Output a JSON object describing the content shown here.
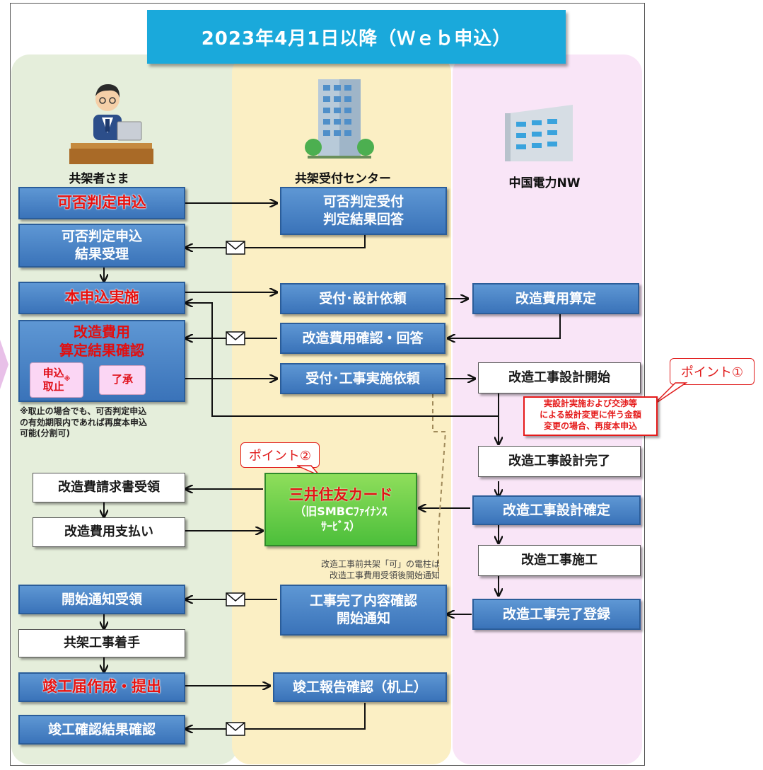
{
  "title": "2023年4月1日以降（Ｗｅｂ申込）",
  "lanes": {
    "left": "共架者さま",
    "mid": "共架受付センター",
    "right": "中国電力NW"
  },
  "left": {
    "apply": "可否判定申込",
    "receipt": "可否判定申込\n結果受理",
    "main_apply": "本申込実施",
    "cost_confirm": "改造費用\n算定結果確認",
    "cancel": "申込\n取止",
    "cancel_mark": "※",
    "accept": "了承",
    "note": "※取止の場合でも、可否判定申込\nの有効期限内であれば再度本申込\n可能(分割可)",
    "invoice": "改造費請求書受領",
    "payment": "改造費用支払い",
    "start_notice": "開始通知受領",
    "work_start": "共架工事着手",
    "completion_submit": "竣工届作成・提出",
    "completion_check": "竣工確認結果確認"
  },
  "mid": {
    "judge": "可否判定受付\n判定結果回答",
    "design_req": "受付･設計依頼",
    "cost_reply": "改造費用確認・回答",
    "work_req": "受付･工事実施依頼",
    "point2": "ポイント②",
    "smbc_title": "三井住友カード",
    "smbc_sub": "（旧SMBCﾌｧｲﾅﾝｽ\nｻｰﾋﾞｽ）",
    "pole_note": "改造工事前共架「可」の電柱は\n改造工事費用受領後開始通知",
    "completion_content": "工事完了内容確認\n開始通知",
    "completion_report": "竣工報告確認（机上）"
  },
  "right": {
    "cost_calc": "改造費用算定",
    "design_start": "改造工事設計開始",
    "point1": "ポイント①",
    "redbox": "実設計実施および交渉等\nによる設計変更に伴う金額\n変更の場合、再度本申込",
    "design_done": "改造工事設計完了",
    "design_fixed": "改造工事設計確定",
    "construction": "改造工事施工",
    "completion_reg": "改造工事完了登録"
  },
  "icons": [
    "person-at-laptop-icon",
    "office-building-icon",
    "office-building-icon",
    "mail-envelope-icon"
  ],
  "colors": {
    "title_banner": "#1aa9db",
    "blue_box": "#4a86c8",
    "red_text": "#e20f0f",
    "green_box": "#6cd04a",
    "lane_left": "#e5eedb",
    "lane_mid": "#fbefc4",
    "lane_right": "#f9e5f7"
  }
}
